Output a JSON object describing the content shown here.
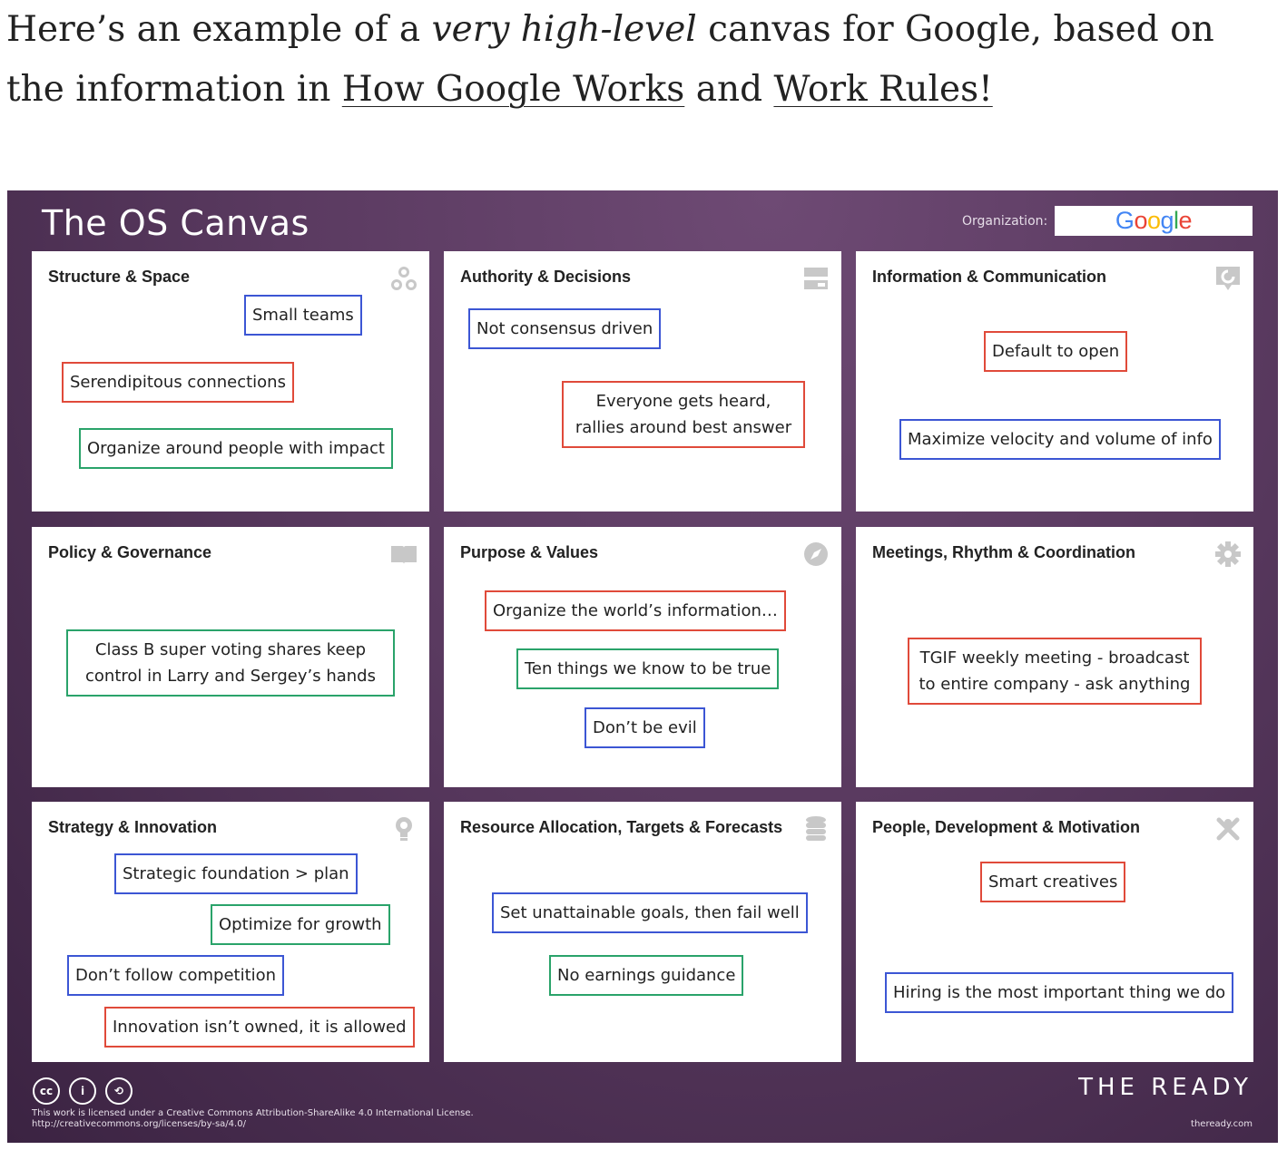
{
  "intro": {
    "p1": "Here’s an example of a ",
    "em": "very high-level",
    "p2": " canvas for Google, based on the information in ",
    "link1": "How Google Works",
    "p3": " and ",
    "link2": "Work Rules!"
  },
  "canvas": {
    "title": "The OS Canvas",
    "org_label": "Organization:",
    "org_logo_letters": [
      "G",
      "o",
      "o",
      "g",
      "l",
      "e"
    ],
    "org_logo_colors": [
      "#4285F4",
      "#EA4335",
      "#FBBC05",
      "#4285F4",
      "#34A853",
      "#EA4335"
    ],
    "panels": [
      {
        "title": "Structure & Space",
        "icon": "network-icon",
        "notes": [
          {
            "text": "Small teams",
            "color": "blue"
          },
          {
            "text": "Serendipitous connections",
            "color": "red"
          },
          {
            "text": "Organize around people with impact",
            "color": "green"
          }
        ]
      },
      {
        "title": "Authority & Decisions",
        "icon": "org-chart-icon",
        "notes": [
          {
            "text": "Not consensus driven",
            "color": "blue"
          },
          {
            "text": "Everyone gets heard, rallies around best answer",
            "color": "red"
          }
        ]
      },
      {
        "title": "Information & Communication",
        "icon": "info-bubble-icon",
        "notes": [
          {
            "text": "Default to open",
            "color": "red"
          },
          {
            "text": "Maximize velocity and volume of info",
            "color": "blue"
          }
        ]
      },
      {
        "title": "Policy & Governance",
        "icon": "book-icon",
        "notes": [
          {
            "text": "Class B super voting shares keep control in Larry and Sergey’s hands",
            "color": "green"
          }
        ]
      },
      {
        "title": "Purpose & Values",
        "icon": "compass-icon",
        "notes": [
          {
            "text": "Organize the world’s information…",
            "color": "red"
          },
          {
            "text": "Ten things we know to be true",
            "color": "green"
          },
          {
            "text": "Don’t be evil",
            "color": "blue"
          }
        ]
      },
      {
        "title": "Meetings, Rhythm & Coordination",
        "icon": "gear-icon",
        "notes": [
          {
            "text": "TGIF weekly meeting - broadcast to entire company - ask anything",
            "color": "red"
          }
        ]
      },
      {
        "title": "Strategy & Innovation",
        "icon": "lightbulb-icon",
        "notes": [
          {
            "text": "Strategic foundation > plan",
            "color": "blue"
          },
          {
            "text": "Optimize for growth",
            "color": "green"
          },
          {
            "text": "Don’t follow competition",
            "color": "blue"
          },
          {
            "text": "Innovation isn’t owned, it is allowed",
            "color": "red"
          }
        ]
      },
      {
        "title": "Resource Allocation, Targets & Forecasts",
        "icon": "database-icon",
        "notes": [
          {
            "text": "Set unattainable goals, then fail well",
            "color": "blue"
          },
          {
            "text": "No earnings guidance",
            "color": "green"
          }
        ]
      },
      {
        "title": "People, Development & Motivation",
        "icon": "person-star-icon",
        "notes": [
          {
            "text": "Smart creatives",
            "color": "red"
          },
          {
            "text": "Hiring is the most important thing we do",
            "color": "blue"
          }
        ]
      }
    ],
    "footer": {
      "cc_symbols": [
        "cc",
        "i",
        "⟲"
      ],
      "license_line1": "This work is licensed under a Creative Commons Attribution-ShareAlike 4.0 International License.",
      "license_line2": "http://creativecommons.org/licenses/by-sa/4.0/",
      "brand": "THE READY",
      "site": "theready.com"
    }
  }
}
